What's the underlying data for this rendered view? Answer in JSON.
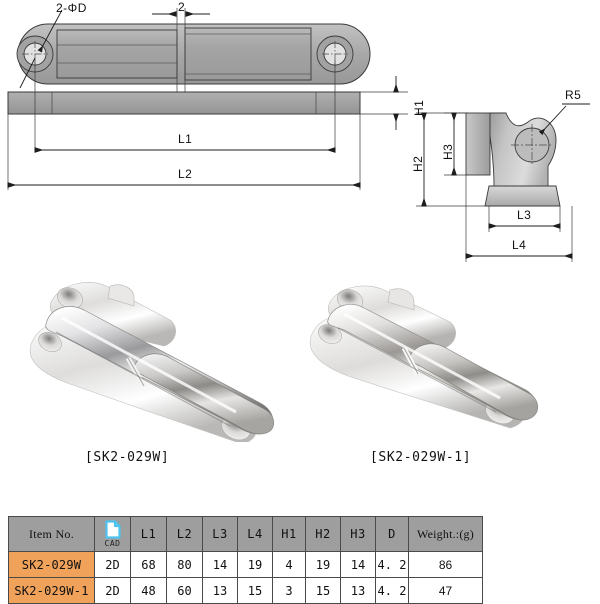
{
  "drawing": {
    "top_view": {
      "hole_callout": "2-ΦD",
      "gap_dim": "2",
      "length_inner": "L1",
      "length_outer": "L2"
    },
    "side_view": {
      "height_plate": "H1",
      "height_total": "H2",
      "height_knuckle": "H3",
      "radius_callout": "R5",
      "depth_inner": "L3",
      "depth_outer": "L4"
    }
  },
  "products": [
    {
      "caption": "[SK2-029W]"
    },
    {
      "caption": "[SK2-029W-1]"
    }
  ],
  "table": {
    "headers": {
      "item": "Item No.",
      "cad": "CAD",
      "dims": [
        "L1",
        "L2",
        "L3",
        "L4",
        "H1",
        "H2",
        "H3",
        "D"
      ],
      "weight": "Weight.:(g)"
    },
    "rows": [
      {
        "item": "SK2-029W",
        "cad": "2D",
        "values": [
          "68",
          "80",
          "14",
          "19",
          "4",
          "19",
          "14",
          "4. 2"
        ],
        "weight": "86"
      },
      {
        "item": "SK2-029W-1",
        "cad": "2D",
        "values": [
          "48",
          "60",
          "13",
          "15",
          "3",
          "15",
          "13",
          "4. 2"
        ],
        "weight": "47"
      }
    ]
  },
  "colors": {
    "header_bg": "#9e9e9e",
    "item_bg": "#f0a25a",
    "cad_icon": "#4ec3f0",
    "line": "#2b2b2b",
    "metal_light": "#e8e8e8",
    "metal_mid": "#b5b5b5",
    "metal_dark": "#8a8a8a"
  }
}
